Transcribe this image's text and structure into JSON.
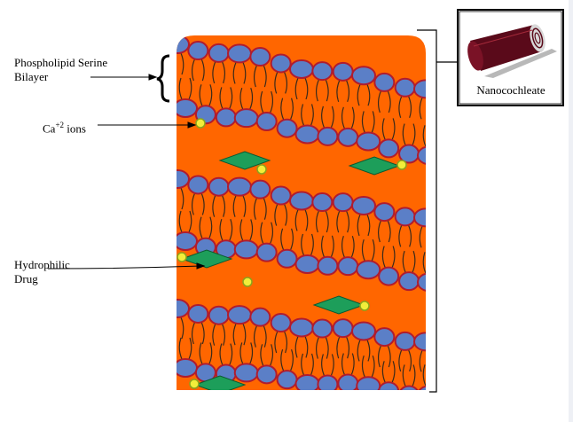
{
  "labels": {
    "phospholipid_line1": "Phospholipid Serine",
    "phospholipid_line2": "Bilayer",
    "ca_prefix": "Ca",
    "ca_sup": "+2",
    "ca_suffix": " ions",
    "drug_line1": "Hydrophilic",
    "drug_line2": "Drug",
    "nanocochleate": "Nanocochleate"
  },
  "colors": {
    "background_panel": "#ff6600",
    "lipid_head": "#5b7fc7",
    "lipid_head_stroke": "#b01c2e",
    "lipid_tail": "#3a2a1a",
    "drug_fill": "#1d9e5a",
    "ion_fill": "#f2ee3a",
    "ion_stroke": "#8aa31c",
    "roll_dark": "#5a0a1a",
    "roll_sheet": "#b8b8b8"
  }
}
